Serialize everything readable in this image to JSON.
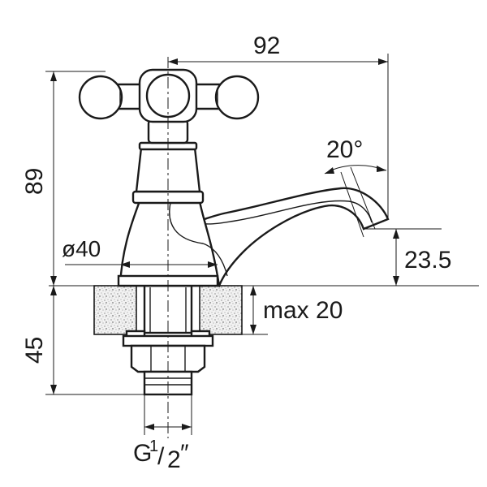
{
  "dimensions": {
    "width_overall": "92",
    "height_overall": "89",
    "spout_angle": "20°",
    "base_diameter": "ø40",
    "spout_height": "23.5",
    "max_deck_thickness": "max 20",
    "shank_length": "45",
    "thread_g": "G",
    "thread_num": "1",
    "thread_slash": "/",
    "thread_den": "2",
    "thread_inch": "″"
  }
}
